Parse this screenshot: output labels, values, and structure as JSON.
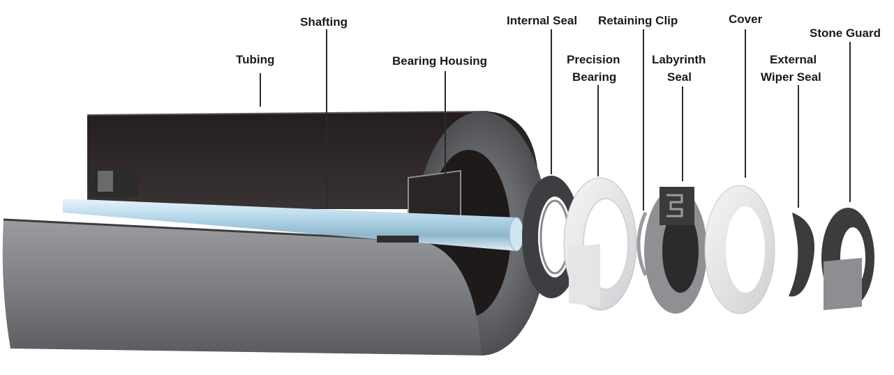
{
  "labels": {
    "tubing": "Tubing",
    "shafting": "Shafting",
    "bearing_housing": "Bearing Housing",
    "internal_seal": "Internal Seal",
    "precision_bearing_1": "Precision",
    "precision_bearing_2": "Bearing",
    "retaining_clip": "Retaining  Clip",
    "labyrinth_seal_1": "Labyrinth",
    "labyrinth_seal_2": "Seal",
    "cover": "Cover",
    "external_wiper_seal_1": "External",
    "external_wiper_seal_2": "Wiper Seal",
    "stone_guard": "Stone Guard"
  },
  "colors": {
    "label_text": "#1a1a1a",
    "tube_outer": "#7a7b7e",
    "tube_inner": "#2b2424",
    "shaft": "#b9d7e6",
    "seal_dark": "#3a3a3a",
    "part_light": "#e9eaec"
  }
}
